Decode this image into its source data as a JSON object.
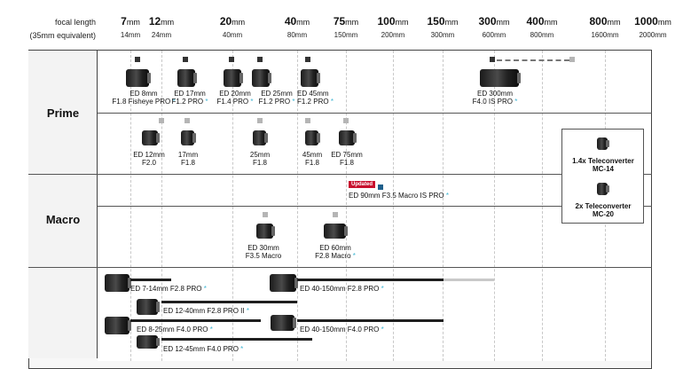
{
  "header": {
    "title_line1": "focal length",
    "title_line2": "(35mm equivalent)"
  },
  "focal_scale": [
    {
      "top_num": "7",
      "top_unit": "mm",
      "bottom": "14mm"
    },
    {
      "top_num": "12",
      "top_unit": "mm",
      "bottom": "24mm"
    },
    {
      "top_num": "20",
      "top_unit": "mm",
      "bottom": "40mm"
    },
    {
      "top_num": "40",
      "top_unit": "mm",
      "bottom": "80mm"
    },
    {
      "top_num": "75",
      "top_unit": "mm",
      "bottom": "150mm"
    },
    {
      "top_num": "100",
      "top_unit": "mm",
      "bottom": "200mm"
    },
    {
      "top_num": "150",
      "top_unit": "mm",
      "bottom": "300mm"
    },
    {
      "top_num": "300",
      "top_unit": "mm",
      "bottom": "600mm"
    },
    {
      "top_num": "400",
      "top_unit": "mm",
      "bottom": "800mm"
    },
    {
      "top_num": "800",
      "top_unit": "mm",
      "bottom": "1600mm"
    },
    {
      "top_num": "1000",
      "top_unit": "mm",
      "bottom": "2000mm"
    }
  ],
  "categories": {
    "prime": "Prime",
    "macro": "Macro"
  },
  "prime_pro": [
    {
      "l1": "ED 8mm",
      "l2": "F1.8 Fisheye PRO"
    },
    {
      "l1": "ED 17mm",
      "l2": "F1.2 PRO"
    },
    {
      "l1": "ED 20mm",
      "l2": "F1.4 PRO"
    },
    {
      "l1": "ED 25mm",
      "l2": "F1.2 PRO"
    },
    {
      "l1": "ED 45mm",
      "l2": "F1.2 PRO"
    },
    {
      "l1": "ED 300mm",
      "l2": "F4.0 IS PRO"
    }
  ],
  "prime_std": [
    {
      "l1": "ED 12mm",
      "l2": "F2.0"
    },
    {
      "l1": "17mm",
      "l2": "F1.8"
    },
    {
      "l1": "25mm",
      "l2": "F1.8"
    },
    {
      "l1": "45mm",
      "l2": "F1.8"
    },
    {
      "l1": "ED 75mm",
      "l2": "F1.8"
    }
  ],
  "macro_pro": {
    "badge": "Updated",
    "label": "ED 90mm F3.5 Macro IS PRO"
  },
  "macro_std": [
    {
      "l1": "ED 30mm",
      "l2": "F3.5 Macro"
    },
    {
      "l1": "ED 60mm",
      "l2": "F2.8 Macro"
    }
  ],
  "teleconverters": [
    {
      "l1": "1.4x Teleconverter",
      "l2": "MC-14"
    },
    {
      "l1": "2x Teleconverter",
      "l2": "MC-20"
    }
  ],
  "zooms": [
    {
      "label": "ED 7-14mm F2.8 PRO"
    },
    {
      "label": "ED 40-150mm F2.8 PRO"
    },
    {
      "label": "ED 12-40mm F2.8 PRO II"
    },
    {
      "label": "ED 8-25mm F4.0 PRO"
    },
    {
      "label": "ED 40-150mm F4.0 PRO"
    },
    {
      "label": "ED 12-45mm F4.0 PRO"
    }
  ],
  "star": "*",
  "colors": {
    "pro_marker": "#333333",
    "std_marker": "#b5b5b5",
    "star": "#3fb6d3",
    "badge": "#c8102e"
  }
}
